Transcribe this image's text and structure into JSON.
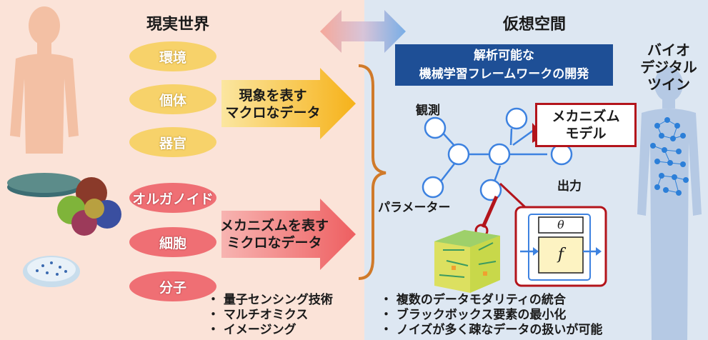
{
  "real_world": {
    "title": "現実世界",
    "macro_items": [
      "環境",
      "個体",
      "器官"
    ],
    "micro_items": [
      "オルガノイド",
      "細胞",
      "分子"
    ],
    "macro_arrow": [
      "現象を表す",
      "マクロなデータ"
    ],
    "micro_arrow": [
      "メカニズムを表す",
      "ミクロなデータ"
    ],
    "techniques": [
      "・ 量子センシング技術",
      "・ マルチオミクス",
      "・ イメージング"
    ]
  },
  "virtual_space": {
    "title": "仮想空間",
    "banner": [
      "解析可能な",
      "機械学習フレームワークの開発"
    ],
    "observation_label": "観測",
    "parameter_label": "パラメーター",
    "output_label": "出力",
    "mechanism_model": [
      "メカニズム",
      "モデル"
    ],
    "theta_symbol": "θ",
    "f_symbol": "f",
    "bio_digital_twin": [
      "バイオ",
      "デジタル",
      "ツイン"
    ],
    "features": [
      "・ 複数のデータモダリティの統合",
      "・ ブラックボックス要素の最小化",
      "・ ノイズが多く疎なデータの扱いが可能"
    ]
  },
  "colors": {
    "left_bg": "#fbe3d8",
    "right_bg": "#dde7f2",
    "macro_ellipse": "#f7d26a",
    "micro_ellipse": "#ef6f74",
    "banner": "#1e4f96",
    "accent_red": "#b3141b",
    "node_blue": "#3d82e0"
  }
}
